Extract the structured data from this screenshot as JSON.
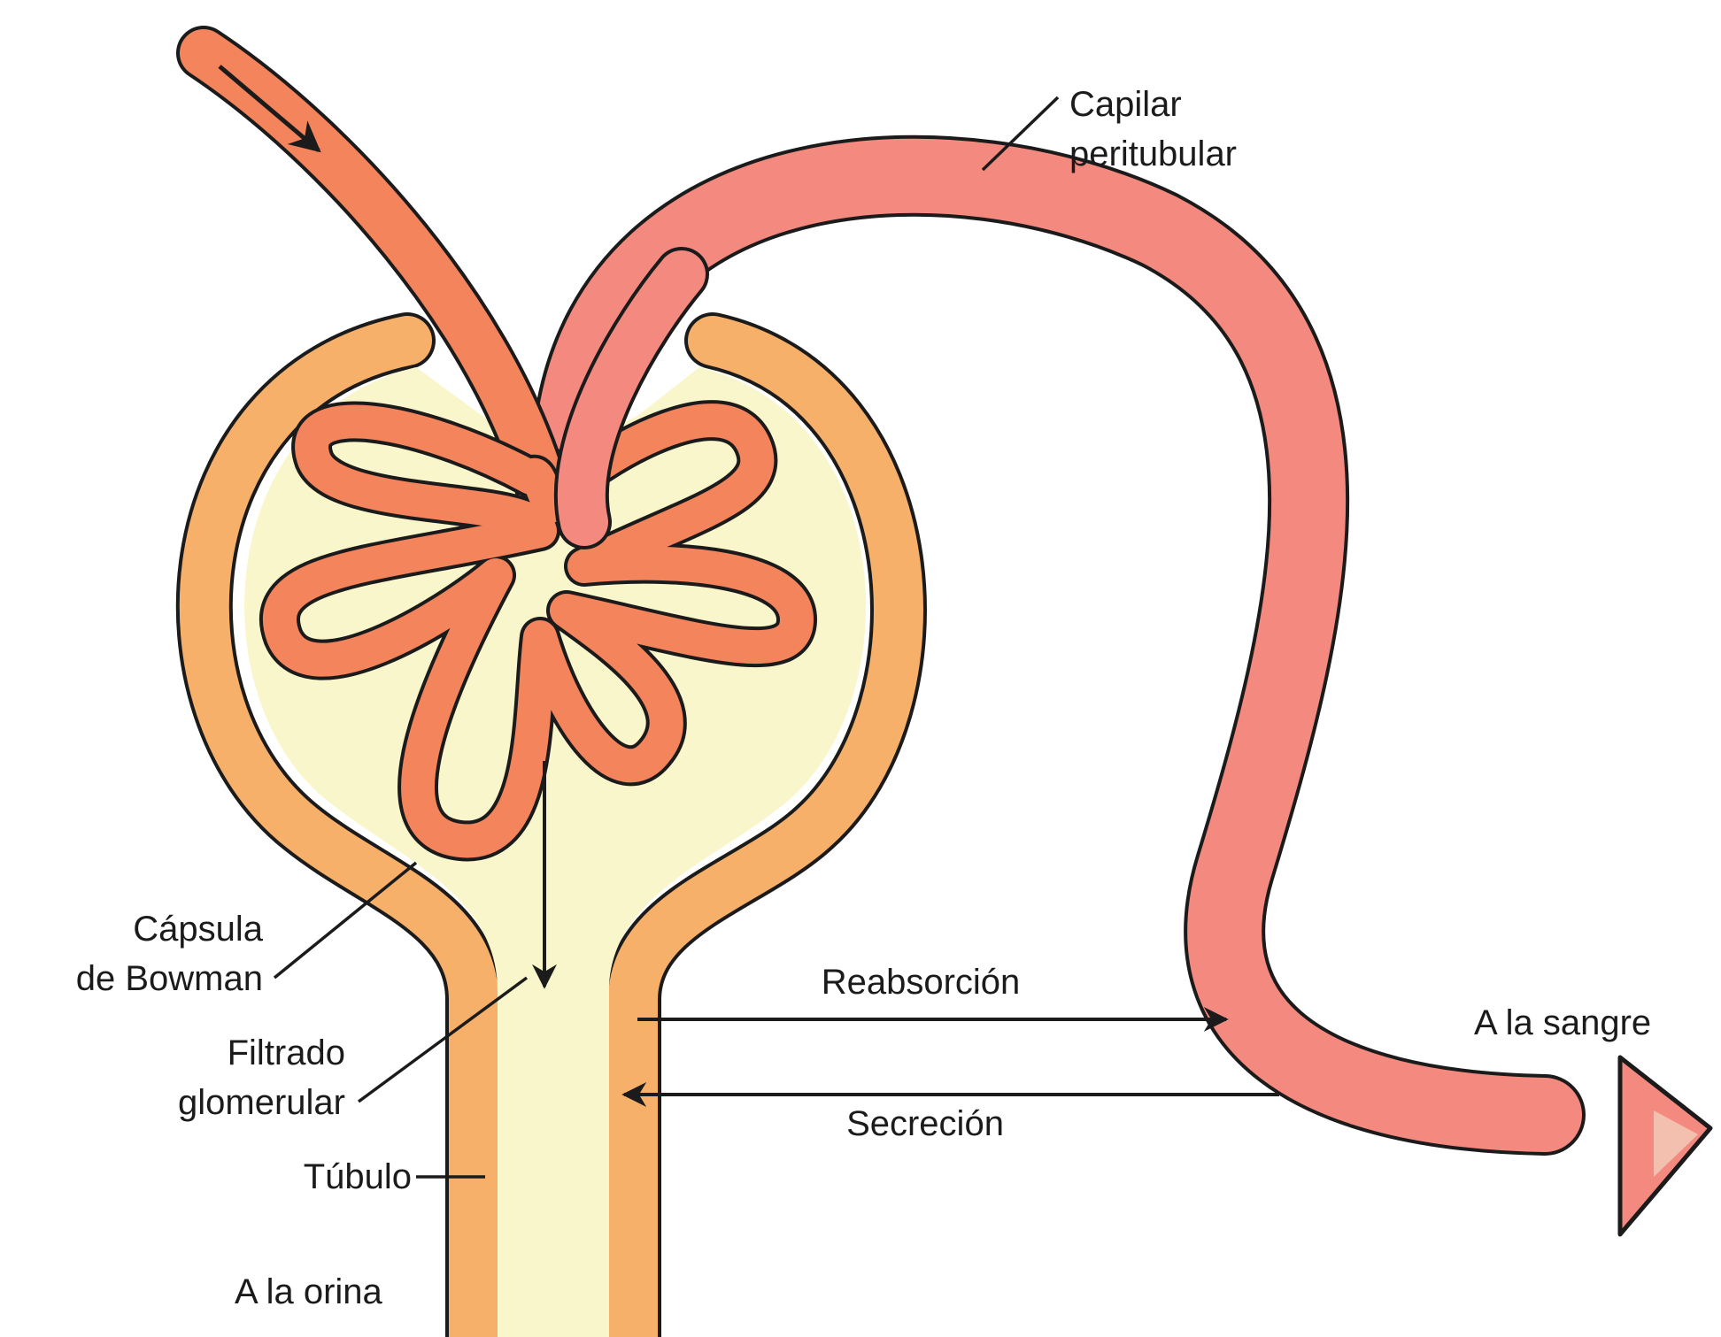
{
  "labels": {
    "capilar_line1": "Capilar",
    "capilar_line2": "peritubular",
    "capsula_line1": "Cápsula",
    "capsula_line2": "de Bowman",
    "filtrado_line1": "Filtrado",
    "filtrado_line2": "glomerular",
    "tubulo": "Túbulo",
    "orina": "A la orina",
    "reabsorcion": "Reabsorción",
    "secrecion": "Secreción",
    "sangre": "A la sangre"
  },
  "colors": {
    "capsule_wall": "#f7b06a",
    "capsule_inner": "#faf6cc",
    "glomerulus": "#f4845c",
    "capillary": "#f48a7f",
    "outline": "#1b1b1b",
    "label_text": "#1b1b1b"
  }
}
